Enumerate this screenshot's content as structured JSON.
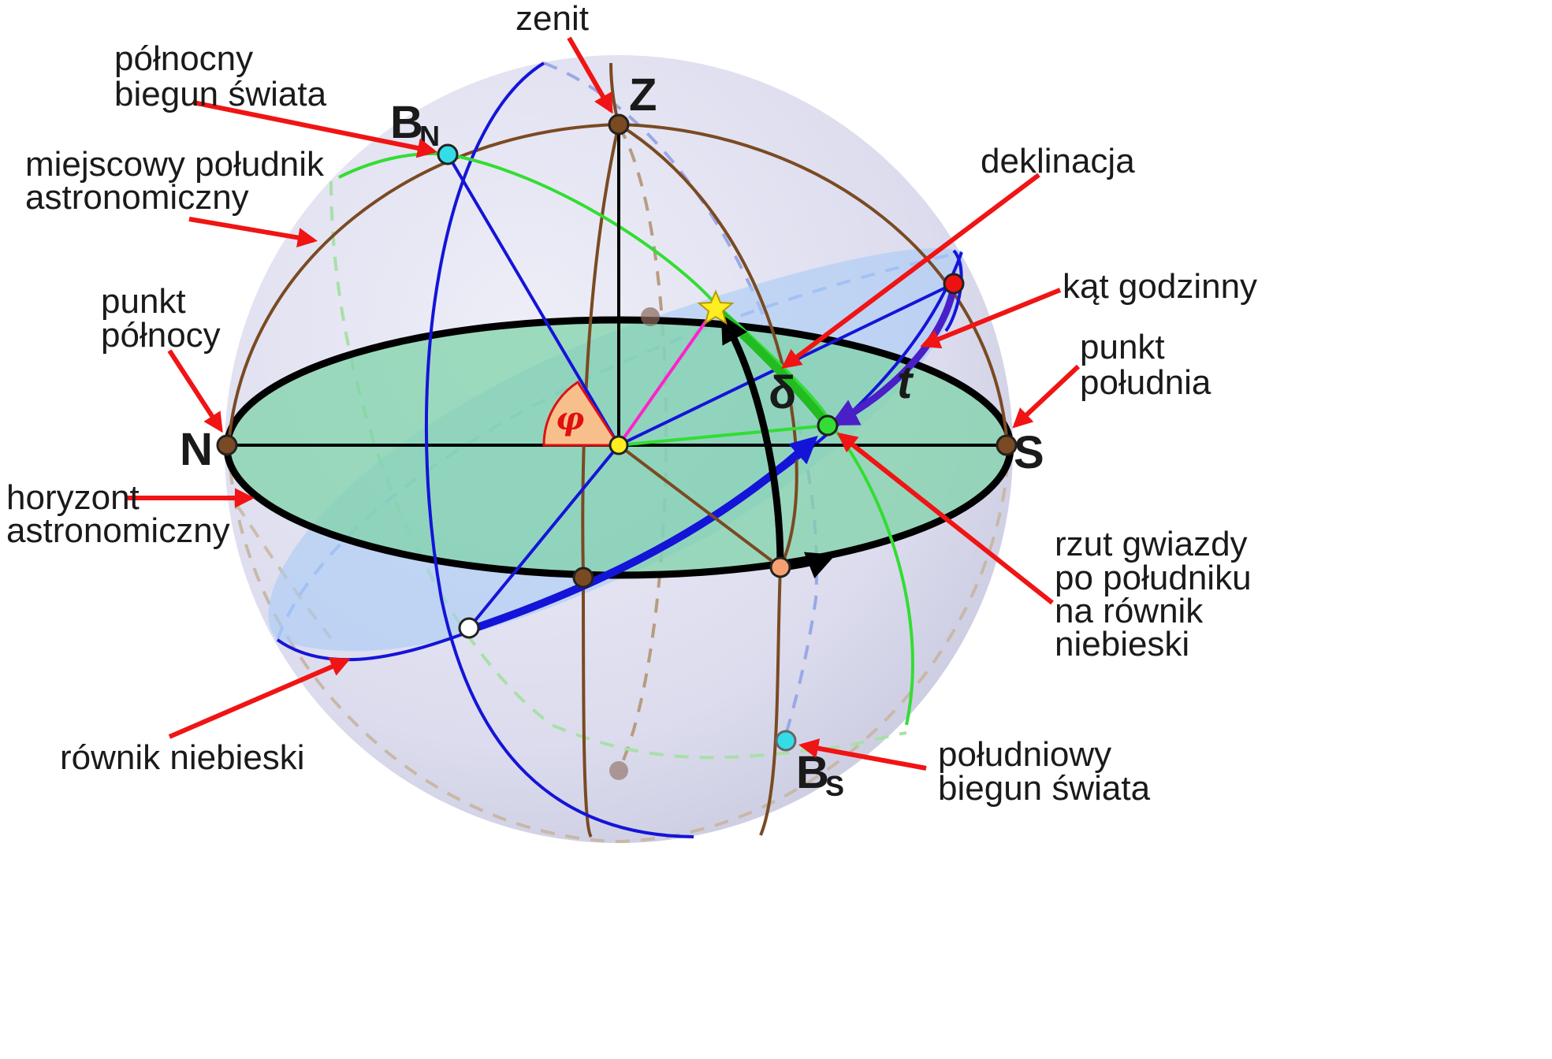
{
  "labels": {
    "zenit": "zenit",
    "north_pole_1": "północny",
    "north_pole_2": "biegun świata",
    "meridian_1": "miejscowy południk",
    "meridian_2": "astronomiczny",
    "north_point_1": "punkt",
    "north_point_2": "północy",
    "horizon_1": "horyzont",
    "horizon_2": "astronomiczny",
    "equator": "równik niebieski",
    "declination": "deklinacja",
    "hour_angle": "kąt godzinny",
    "south_point_1": "punkt",
    "south_point_2": "południa",
    "projection_1": "rzut gwiazdy",
    "projection_2": "po południku",
    "projection_3": "na równik",
    "projection_4": "niebieski",
    "south_pole_1": "południowy",
    "south_pole_2": "biegun świata"
  },
  "points": {
    "zenith": "Z",
    "north": "N",
    "south": "S",
    "north_pole": "B",
    "north_pole_sub": "N",
    "south_pole": "B",
    "south_pole_sub": "S"
  },
  "symbols": {
    "latitude": "φ",
    "declination": "δ",
    "hour_angle": "t"
  },
  "colors": {
    "arrow": "#f01414",
    "meridian": "#7a4a22",
    "equator": "#1414d8",
    "star_circle": "#33dd33",
    "horizon_fill": "#7dd3a8",
    "equator_plane": "#a8ccf5",
    "sphere": "#dfe0f0"
  }
}
